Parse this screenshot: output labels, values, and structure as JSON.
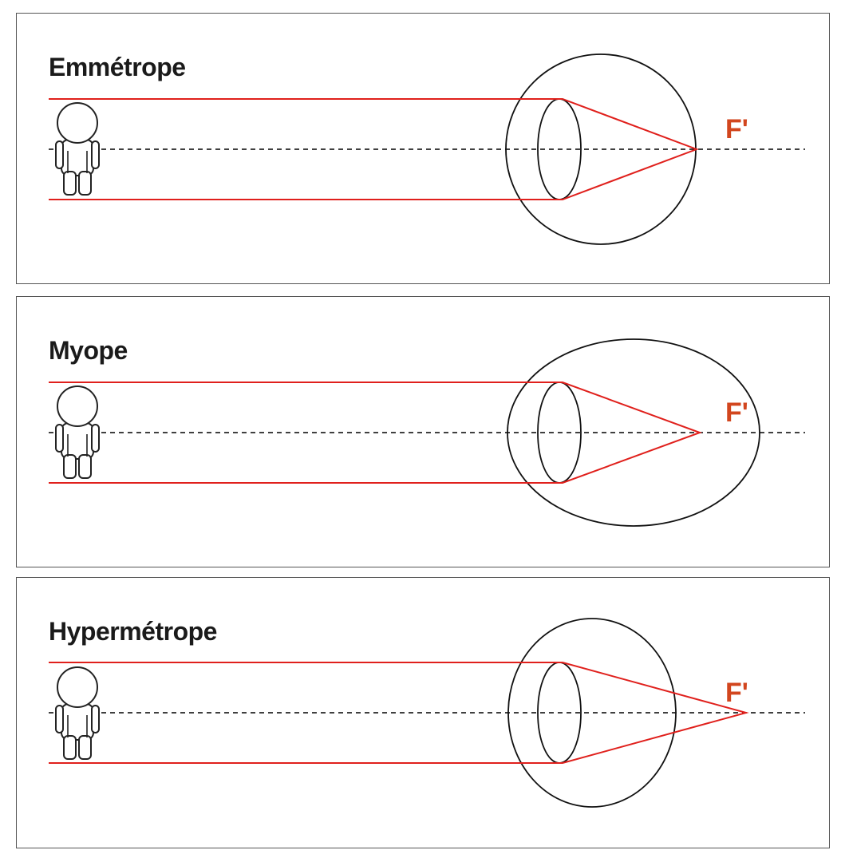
{
  "panels": [
    {
      "title": "Emmétrope",
      "focal_label": "F'"
    },
    {
      "title": "Myope",
      "focal_label": "F'"
    },
    {
      "title": "Hypermétrope",
      "focal_label": "F'"
    }
  ],
  "colors": {
    "ray": "#e0201c",
    "focal_label": "#d2461e",
    "title": "#1a1a1a"
  },
  "icons": [
    "person-icon",
    "eye-icon",
    "lens-icon"
  ]
}
